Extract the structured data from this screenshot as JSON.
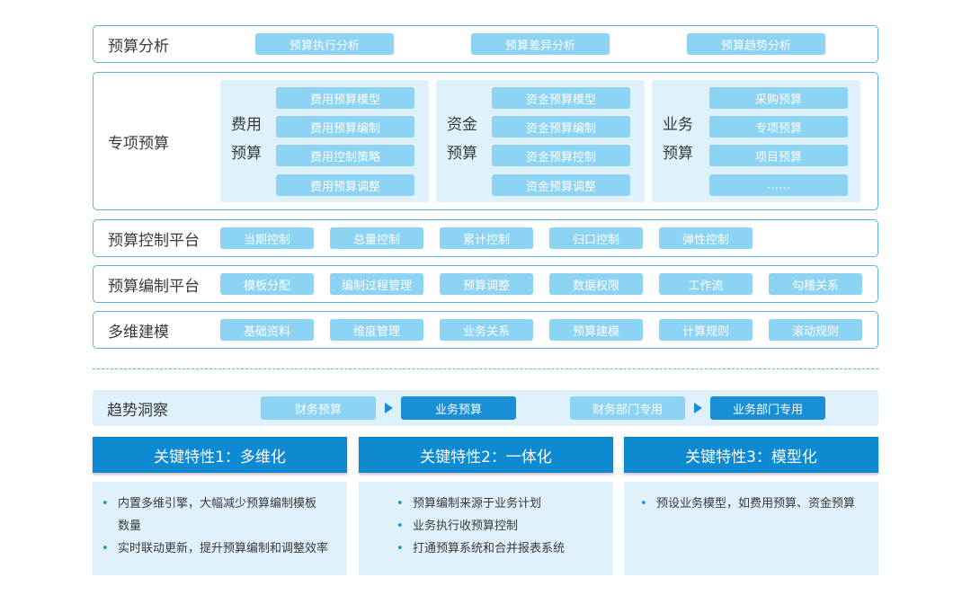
{
  "analysis": {
    "title": "预算分析",
    "chips": [
      "预算执行分析",
      "预算差异分析",
      "预算趋势分析"
    ]
  },
  "special": {
    "title": "专项预算",
    "groups": [
      {
        "label": [
          "费用",
          "预算"
        ],
        "items": [
          "费用预算模型",
          "费用预算编制",
          "费用控制策略",
          "费用预算调整"
        ]
      },
      {
        "label": [
          "资金",
          "预算"
        ],
        "items": [
          "资金预算模型",
          "资金预算编制",
          "资金预算控制",
          "资金预算调整"
        ]
      },
      {
        "label": [
          "业务",
          "预算"
        ],
        "items": [
          "采购预算",
          "专项预算",
          "项目预算",
          "……"
        ]
      }
    ]
  },
  "control": {
    "title": "预算控制平台",
    "chips": [
      "当期控制",
      "总量控制",
      "累计控制",
      "归口控制",
      "弹性控制"
    ]
  },
  "compile": {
    "title": "预算编制平台",
    "chips": [
      "模板分配",
      "编制过程管理",
      "预算调整",
      "数据权限",
      "工作流",
      "勾稽关系"
    ]
  },
  "modeling": {
    "title": "多维建模",
    "chips": [
      "基础资料",
      "维度管理",
      "业务关系",
      "预算建模",
      "计算规则",
      "滚动规则"
    ]
  },
  "trend": {
    "title": "趋势洞察",
    "flow1": [
      "财务预算",
      "业务预算"
    ],
    "flow2": [
      "财务部门专用",
      "业务部门专用"
    ]
  },
  "features": [
    {
      "title": "关键特性1：多维化",
      "bullets": [
        "内置多维引擎，大幅减少预算编制模板",
        "实时联动更新，提升预算编制和调整效率"
      ],
      "bullet1_line1": "内置多维引擎，大幅减少预算编制模板",
      "bullet1_line2": "数量"
    },
    {
      "title": "关键特性2：一体化",
      "bullets": [
        "预算编制来源于业务计划",
        "业务执行收预算控制",
        "打通预算系统和合并报表系统"
      ]
    },
    {
      "title": "关键特性3：模型化",
      "bullets": [
        "预设业务模型，如费用预算、资金预算"
      ]
    }
  ],
  "colors": {
    "border": "#5cb4e6",
    "chip": "#8dd3f4",
    "dark": "#1a8fd6",
    "head": "#0e8ad3",
    "panel": "#dff1fb"
  }
}
